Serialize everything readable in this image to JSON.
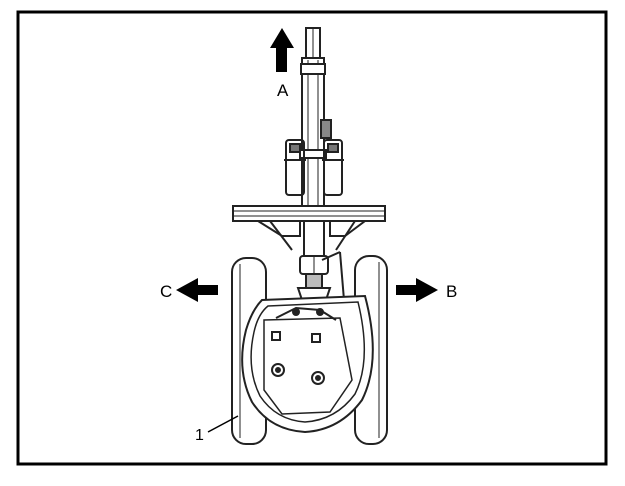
{
  "labels": {
    "direction_forward": "A",
    "direction_right": "B",
    "direction_left": "C",
    "callout_1": "1"
  }
}
